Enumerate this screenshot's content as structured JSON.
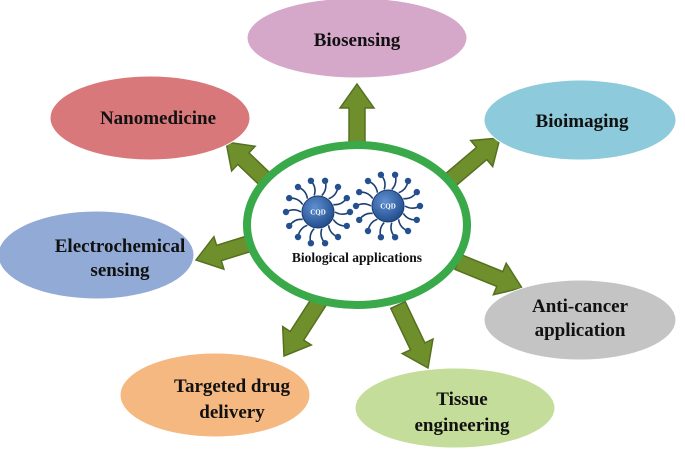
{
  "center": {
    "label": "Biological applications",
    "particle_label": "CQD"
  },
  "nodes": [
    {
      "id": "biosensing",
      "lines": [
        "Biosensing"
      ],
      "color": "#d5a8c9"
    },
    {
      "id": "bioimaging",
      "lines": [
        "Bioimaging"
      ],
      "color": "#8dcadb"
    },
    {
      "id": "anti-cancer",
      "lines": [
        "Anti-cancer",
        "application"
      ],
      "color": "#c4c4c4"
    },
    {
      "id": "tissue-engineering",
      "lines": [
        "Tissue",
        "engineering"
      ],
      "color": "#c5dd9b"
    },
    {
      "id": "targeted-drug-delivery",
      "lines": [
        "Targeted drug",
        "delivery"
      ],
      "color": "#f5b880"
    },
    {
      "id": "electrochemical-sensing",
      "lines": [
        "Electrochemical",
        "sensing"
      ],
      "color": "#92abd6"
    },
    {
      "id": "nanomedicine",
      "lines": [
        "Nanomedicine"
      ],
      "color": "#d9787a"
    }
  ],
  "colors": {
    "arrow": "#6f8f2c",
    "arrow_stroke": "#55701f",
    "center_ring": "#3aa94a",
    "particle_core": "#3563a6"
  }
}
